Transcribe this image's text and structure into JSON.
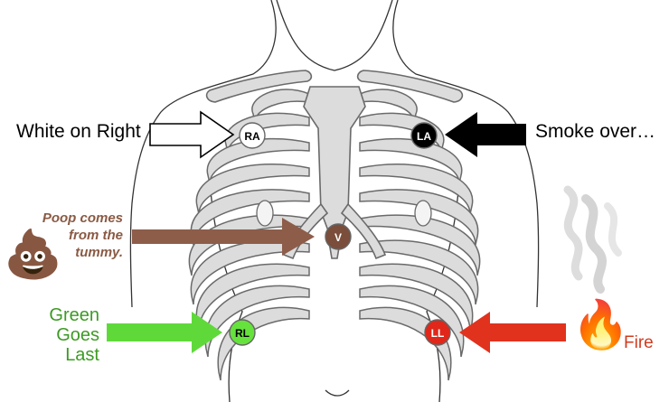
{
  "labels": {
    "ra_hint": "White on Right",
    "la_hint": "Smoke over…",
    "v_hint": "Poop comes\nfrom the\ntummy.",
    "rl_hint": "Green\nGoes\nLast",
    "ll_hint": "Fire"
  },
  "electrodes": {
    "ra": "RA",
    "la": "LA",
    "v": "V",
    "rl": "RL",
    "ll": "LL"
  },
  "colors": {
    "ra": "#ffffff",
    "la": "#000000",
    "v": "#7a4e3b",
    "rl": "#66e23c",
    "ll": "#e0271a",
    "arrow_v": "#8d5d4a",
    "arrow_rl": "#5fd93a",
    "arrow_ll": "#e1321e",
    "bone_fill": "#dcdcdc",
    "bone_stroke": "#6a6a6a"
  },
  "icons": {
    "poop": "poop-emoji-icon",
    "fire": "fire-emoji-icon",
    "smoke": "smoke-icon"
  }
}
